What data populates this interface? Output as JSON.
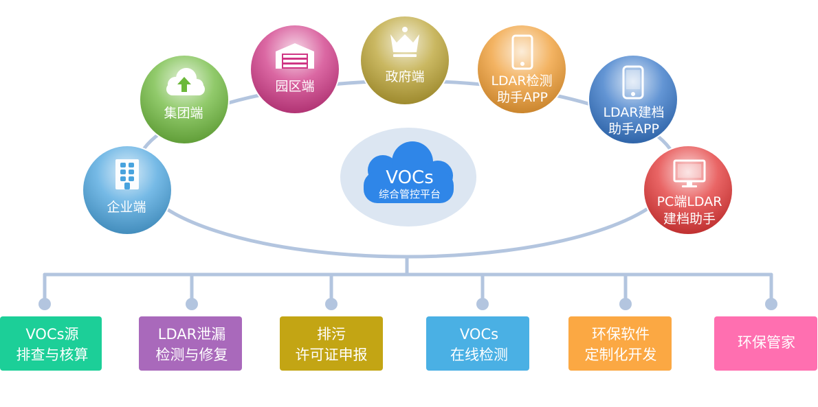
{
  "center": {
    "title": "VOCs",
    "subtitle": "综合管控平台"
  },
  "nodes": [
    {
      "id": "enterprise",
      "lines": [
        "企业端"
      ],
      "icon": "building-icon",
      "color": "#48a3de"
    },
    {
      "id": "group",
      "lines": [
        "集团端"
      ],
      "icon": "cloud-upload-icon",
      "color": "#6cb83a"
    },
    {
      "id": "park",
      "lines": [
        "园区端"
      ],
      "icon": "warehouse-icon",
      "color": "#cf3584"
    },
    {
      "id": "government",
      "lines": [
        "政府端"
      ],
      "icon": "crown-icon",
      "color": "#b8a02e"
    },
    {
      "id": "ldar-inspect-app",
      "lines": [
        "LDAR检测",
        "助手APP"
      ],
      "icon": "tablet-icon",
      "color": "#ef9a2d"
    },
    {
      "id": "ldar-archive-app",
      "lines": [
        "LDAR建档",
        "助手APP"
      ],
      "icon": "phone-icon",
      "color": "#2f72c6"
    },
    {
      "id": "pc-ldar",
      "lines": [
        "PC端LDAR",
        "建档助手"
      ],
      "icon": "monitor-icon",
      "color": "#e23131"
    }
  ],
  "services": [
    {
      "id": "vocs-source",
      "lines": [
        "VOCs源",
        "排查与核算"
      ],
      "color": "#1ccf98"
    },
    {
      "id": "ldar-repair",
      "lines": [
        "LDAR泄漏",
        "检测与修复"
      ],
      "color": "#a969bb"
    },
    {
      "id": "permit",
      "lines": [
        "排污",
        "许可证申报"
      ],
      "color": "#c3a514"
    },
    {
      "id": "vocs-online",
      "lines": [
        "VOCs",
        "在线检测"
      ],
      "color": "#4ab0e4"
    },
    {
      "id": "custom-dev",
      "lines": [
        "环保软件",
        "定制化开发"
      ],
      "color": "#fba843"
    },
    {
      "id": "steward",
      "lines": [
        "环保管家"
      ],
      "color": "#ff6fb0"
    }
  ],
  "colors": {
    "connector": "#b3c5df",
    "center_halo": "#dce6f2",
    "center_cloud": "#2f86e8"
  }
}
